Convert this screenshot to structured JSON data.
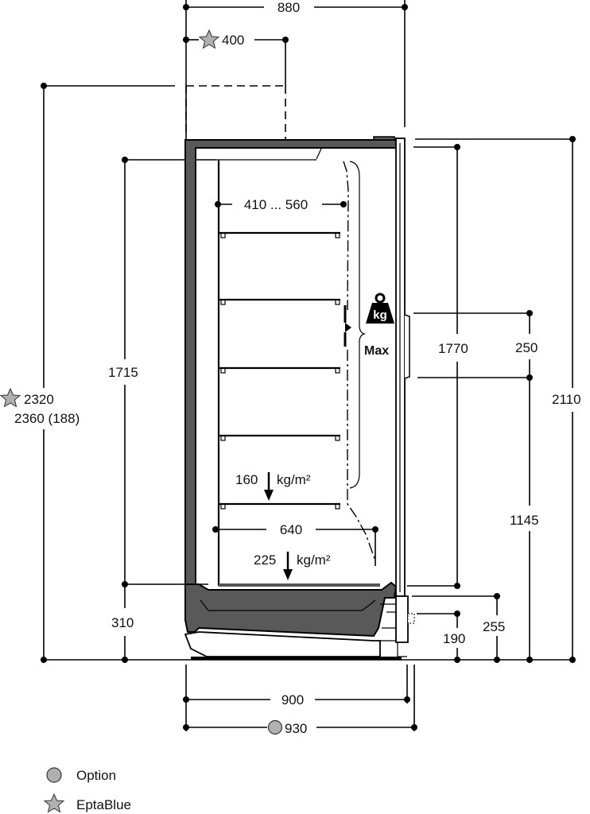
{
  "dimensions": {
    "width_top": "880",
    "option_top": "400",
    "shelf_depth": "410 ... 560",
    "total_height_a": "2320",
    "total_height_b": "2360 (188)",
    "inner_height": "1715",
    "base_height": "310",
    "glass_height": "1770",
    "handle_height": "250",
    "height_right": "2110",
    "handle_base": "1145",
    "base_right_a": "255",
    "base_right_b": "190",
    "bottom_depth": "640",
    "width_900": "900",
    "width_930": "930"
  },
  "loads": {
    "shelf_load_value": "160",
    "shelf_load_unit": "kg/m²",
    "base_load_value": "225",
    "base_load_unit": "kg/m²",
    "weight_icon_text": "kg",
    "max_label": "Max"
  },
  "legend": {
    "option_label": "Option",
    "eptablue_label": "EptaBlue"
  },
  "colors": {
    "cabinet_fill": "#595959",
    "option_marker": "#b0b0b0",
    "eptablue_marker": "#b0b0b0",
    "line": "#000000"
  }
}
